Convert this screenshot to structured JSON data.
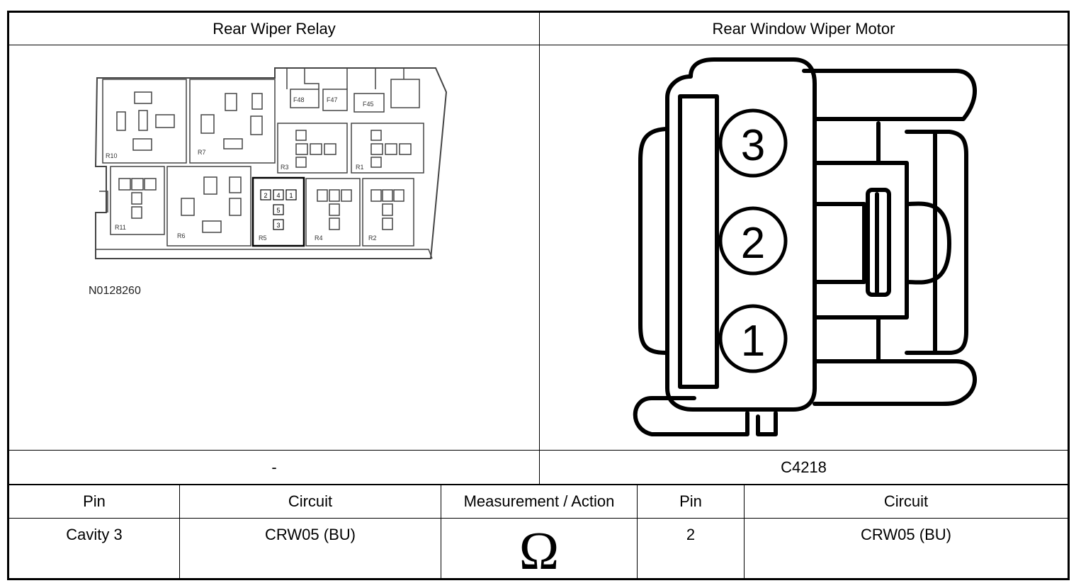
{
  "header": {
    "left_title": "Rear Wiper Relay",
    "right_title": "Rear Window Wiper Motor"
  },
  "relay_diagram": {
    "figure_id": "N0128260",
    "fuse_labels": [
      "F48",
      "F47",
      "F45"
    ],
    "relay_labels": [
      "R10",
      "R7",
      "R3",
      "R1",
      "R11",
      "R6",
      "R5",
      "R4",
      "R2"
    ],
    "r5_pins": [
      "2",
      "4",
      "1",
      "5",
      "3"
    ]
  },
  "connector_diagram": {
    "pins": [
      "3",
      "2",
      "1"
    ]
  },
  "connectors": {
    "left": "-",
    "right": "C4218"
  },
  "table": {
    "headers": [
      "Pin",
      "Circuit",
      "Measurement / Action",
      "Pin",
      "Circuit"
    ],
    "row": {
      "pin_a": "Cavity 3",
      "circuit_a": "CRW05 (BU)",
      "measurement_symbol": "Ω",
      "pin_b": "2",
      "circuit_b": "CRW05 (BU)"
    }
  }
}
